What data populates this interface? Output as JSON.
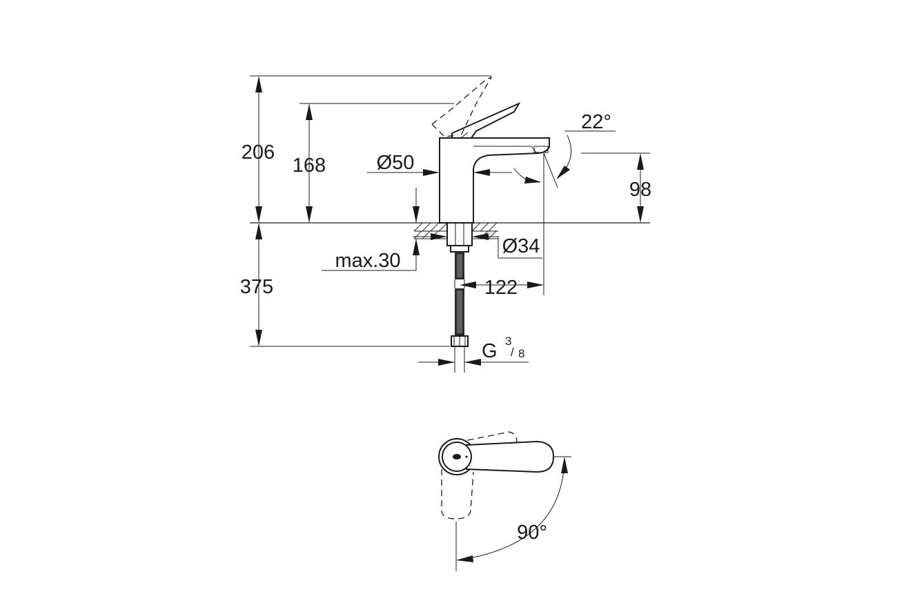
{
  "dimensions": {
    "total_height": "206",
    "lever_height": "168",
    "body_diameter": "Ø50",
    "spout_angle": "22°",
    "spout_height": "98",
    "hole_diameter": "Ø34",
    "max_deck_thickness": "max.30",
    "below_deck_length": "375",
    "projection": "122",
    "connection_prefix": "G",
    "connection_num": "3",
    "connection_den": "8",
    "lever_rotation": "90°"
  }
}
